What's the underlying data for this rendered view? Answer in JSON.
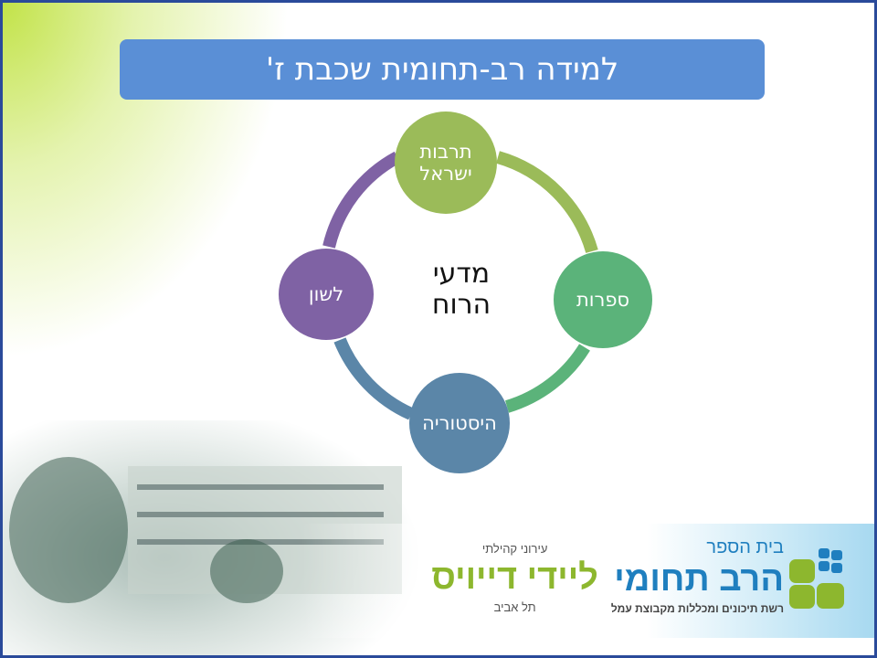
{
  "title": "למידה רב-תחומית שכבת ז'",
  "diagram": {
    "center": [
      "מדעי",
      "הרוח"
    ],
    "nodes": [
      {
        "label": [
          "תרבות",
          "ישראל"
        ],
        "color": "#9bbb59"
      },
      {
        "label": [
          "ספרות"
        ],
        "color": "#5bb37a"
      },
      {
        "label": [
          "היסטוריה"
        ],
        "color": "#5b86a8"
      },
      {
        "label": [
          "לשון"
        ],
        "color": "#7f62a4"
      }
    ]
  },
  "logo": {
    "school_prefix": "בית הספר",
    "school_name": "הרב תחומי",
    "network": "רשת תיכונים ומכללות מקבוצת עמל",
    "community": "עירוני קהילתי",
    "name": "ליידי דייויס",
    "city": "תל אביב",
    "blue": "#1f7fbf",
    "green": "#8db72e"
  }
}
